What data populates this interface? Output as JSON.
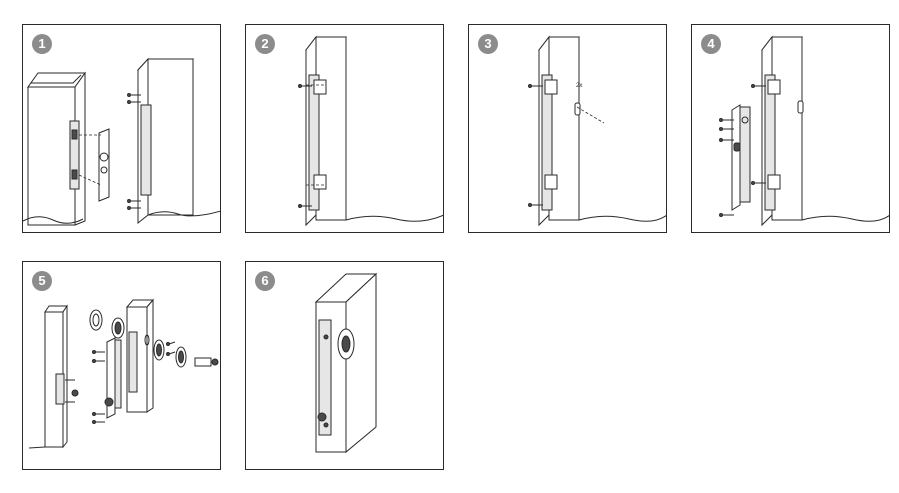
{
  "steps": [
    {
      "number": "1"
    },
    {
      "number": "2"
    },
    {
      "number": "3"
    },
    {
      "number": "4"
    },
    {
      "number": "5"
    },
    {
      "number": "6"
    }
  ],
  "annotations": {
    "step3_dimension": "2x"
  },
  "colors": {
    "badge": "#8c8c8c",
    "line": "#2a2a2a",
    "background": "#ffffff"
  }
}
